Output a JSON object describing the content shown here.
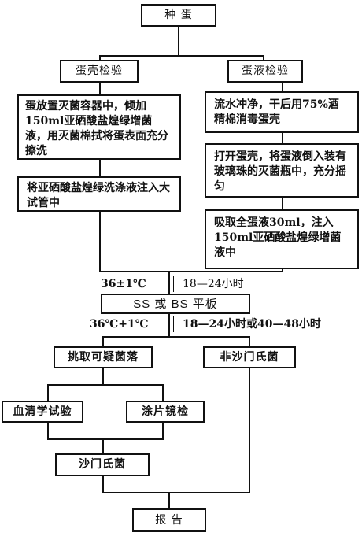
{
  "boxes": {
    "egg": "种    蛋",
    "shell_test": "蛋壳检验",
    "liquid_test": "蛋液检验",
    "shell_step1": "蛋放置灭菌容器中，倾加150ml亚硒酸盐煌绿增菌液，用灭菌棉拭将蛋表面充分擦洗",
    "shell_step2": "将亚硒酸盐煌绿洗涤液注入大试管中",
    "liquid_step1": "流水冲净，干后用75%酒精棉消毒蛋壳",
    "liquid_step2": "打开蛋壳，将蛋液倒入装有玻璃珠的灭菌瓶中，充分摇匀",
    "liquid_step3": "吸取全蛋液30ml，注入150ml亚硒酸盐煌绿增菌液中",
    "plate": "SS 或 BS  平板",
    "pick": "挑取可疑菌落",
    "non_salmonella": "非沙门氏菌",
    "serology": "血清学试验",
    "smear": "涂片镜检",
    "salmonella": "沙门氏菌",
    "report": "报    告"
  },
  "conditions": {
    "temp1": "36±1℃",
    "time1": "18—24小时",
    "temp2": "36℃+1℃",
    "time2": "18—24小时或40—48小时"
  }
}
